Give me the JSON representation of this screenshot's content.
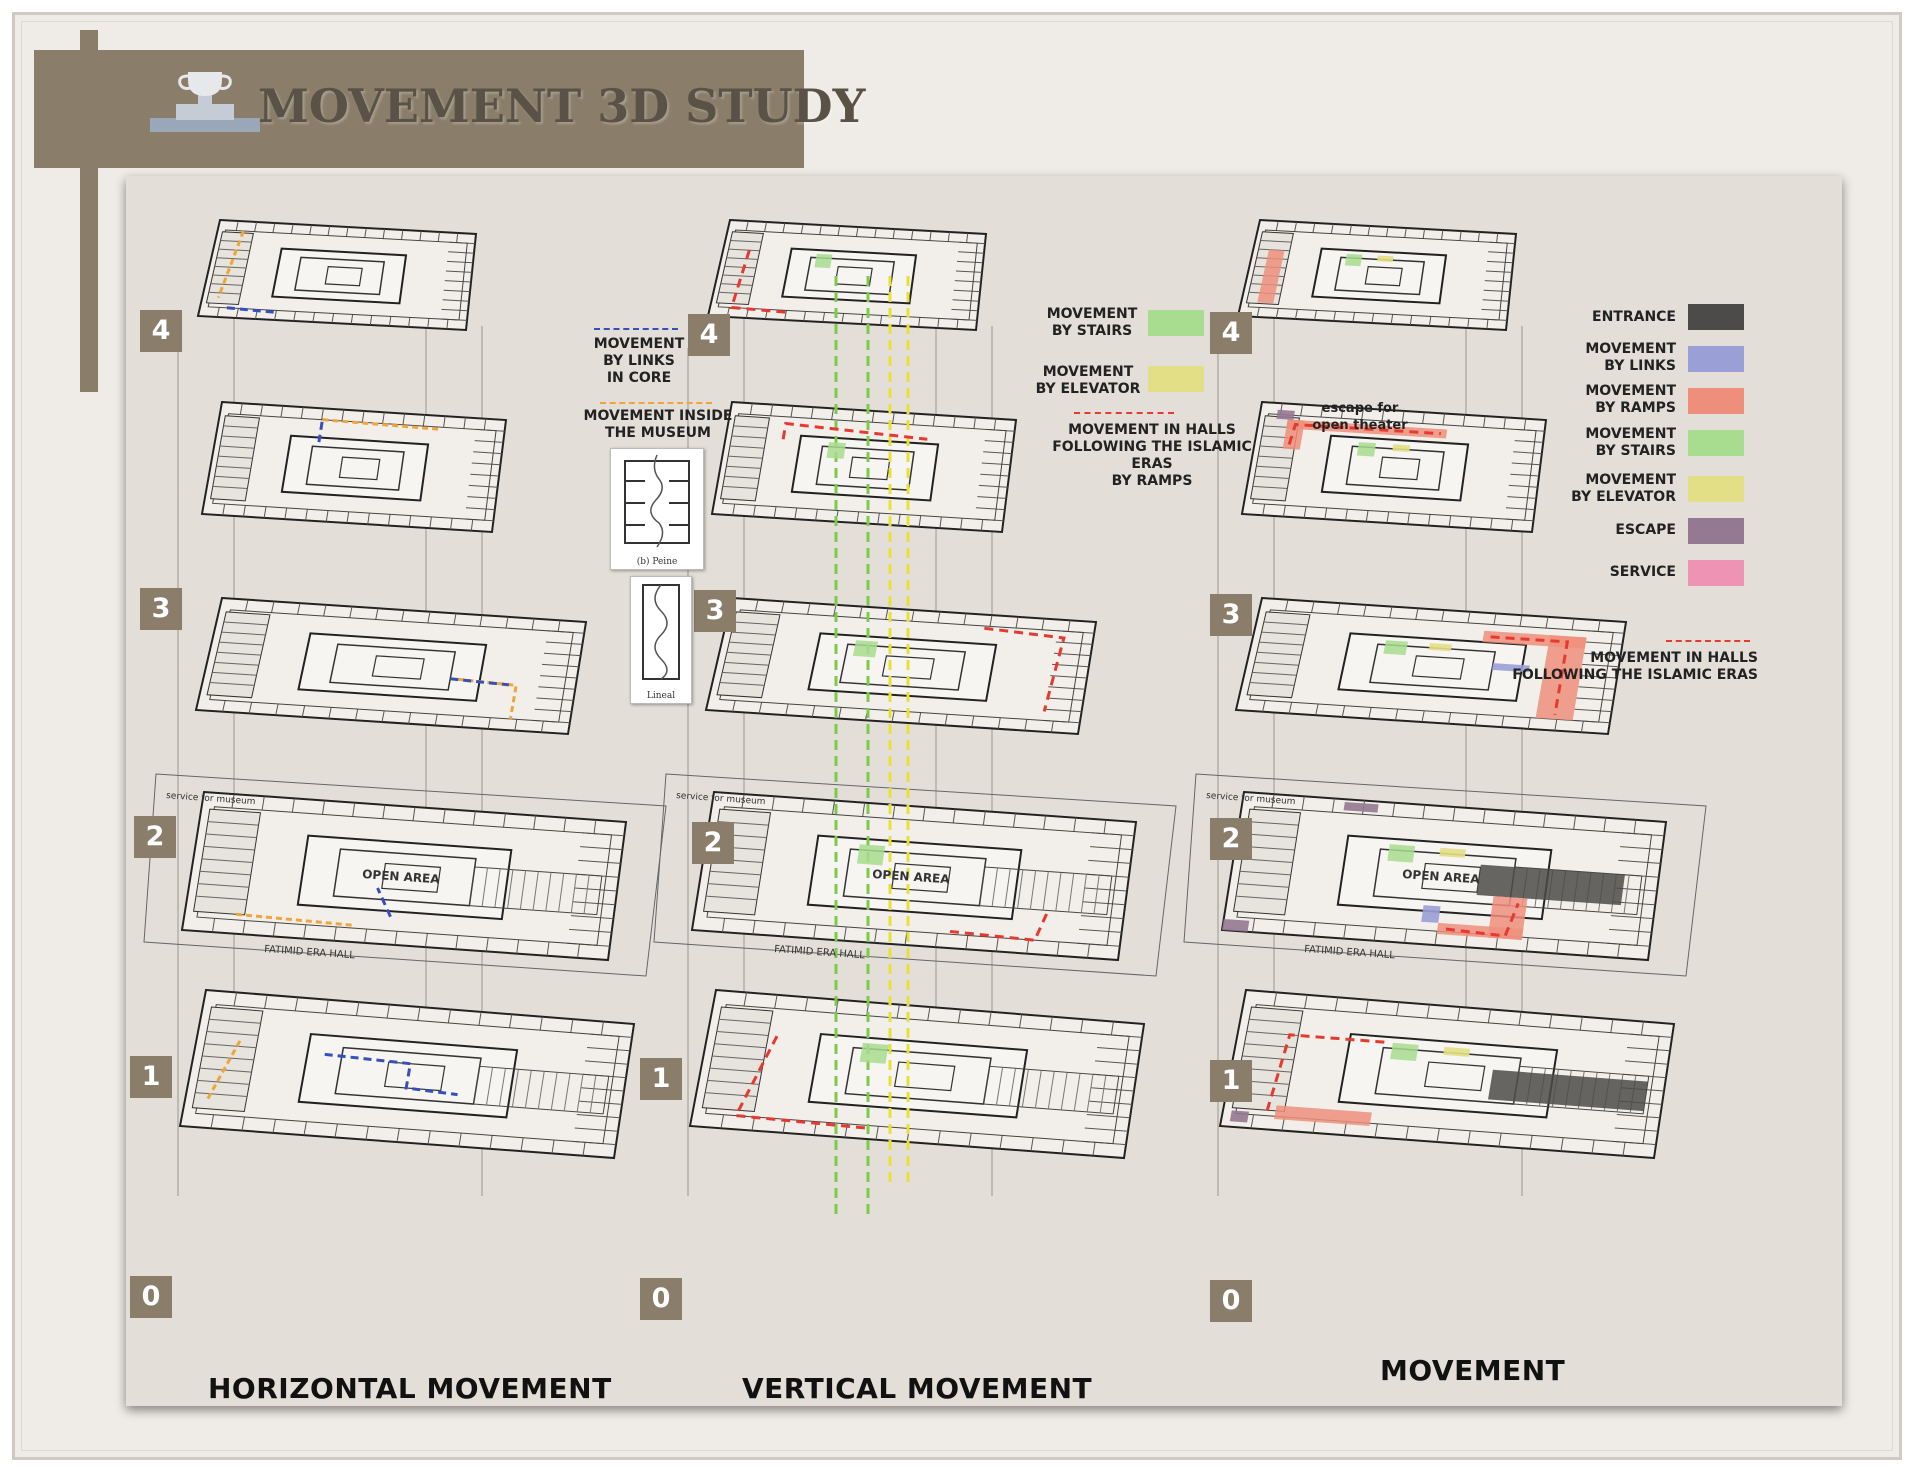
{
  "title": "MOVEMENT 3D STUDY",
  "columns": [
    {
      "title": "HORIZONTAL MOVEMENT",
      "levels": [
        "4",
        "3",
        "2",
        "1",
        "0"
      ]
    },
    {
      "title": "VERTICAL MOVEMENT",
      "levels": [
        "4",
        "3",
        "2",
        "1",
        "0"
      ]
    },
    {
      "title": "MOVEMENT",
      "levels": [
        "4",
        "3",
        "2",
        "1",
        "0"
      ]
    }
  ],
  "horizontal_legend": {
    "links": "MOVEMENT\nBY LINKS\nIN CORE",
    "museum": "MOVEMENT INSIDE\nTHE MUSEUM",
    "inset_top_caption": "(b) Peine",
    "inset_bottom_caption": "Lineal"
  },
  "vertical_legend": {
    "stairs": "MOVEMENT\nBY STAIRS",
    "elevator": "MOVEMENT\nBY ELEVATOR",
    "halls": "MOVEMENT IN HALLS\nFOLLOWING THE ISLAMIC ERAS\nBY RAMPS"
  },
  "movement_legend": [
    {
      "label": "ENTRANCE",
      "color": "#4d4b49"
    },
    {
      "label": "MOVEMENT\nBY LINKS",
      "color": "#9a9fd6"
    },
    {
      "label": "MOVEMENT\nBY RAMPS",
      "color": "#ee8f7c"
    },
    {
      "label": "MOVEMENT\nBY STAIRS",
      "color": "#a8dc8f"
    },
    {
      "label": "MOVEMENT\nBY ELEVATOR",
      "color": "#e2df86"
    },
    {
      "label": "ESCAPE",
      "color": "#957891"
    },
    {
      "label": "SERVICE",
      "color": "#ef93b4"
    }
  ],
  "movement_halls": "MOVEMENT IN HALLS\nFOLLOWING THE ISLAMIC ERAS",
  "escape_note": "escape for\nopen theater",
  "plan_labels": {
    "open_area": "OPEN AREA",
    "fatimid": "FATIMID ERA HALL",
    "service": "service for museum"
  },
  "colors": {
    "accent": "#8a7e6a",
    "links": "#3550b8",
    "museum": "#f0a53a",
    "stairs": "#7ec94a",
    "elevator": "#e8e03a",
    "halls": "#e43a30"
  }
}
